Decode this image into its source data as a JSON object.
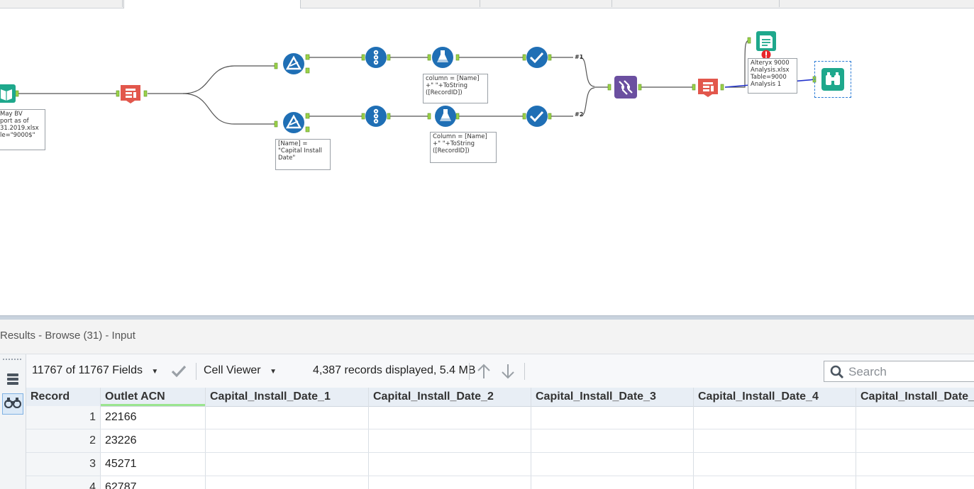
{
  "canvas": {
    "annotations": {
      "input": "May BV\nport as of\n31.2019.xlsx\nle=\"9000$\"",
      "filter": "[Name] =\n\"Capital Install\nDate\"",
      "formula1": "column = [Name]\n+\" \"+ToString\n([RecordID])",
      "formula2": "Column = [Name]\n+\" \"+ToString\n([RecordID])",
      "output": "Alteryx 9000\nAnalysis.xlsx\nTable=9000\nAnalysis 1"
    },
    "connection_labels": {
      "c1": "#1",
      "c2": "#2"
    },
    "icons": {
      "input": "book-icon",
      "select1": "select-icon",
      "filter1": "filter-triangle-icon",
      "filter2": "filter-triangle-icon",
      "recordid1": "record-id-icon",
      "recordid2": "record-id-icon",
      "formula1": "formula-flask-icon",
      "formula2": "formula-flask-icon",
      "check1": "checkmark-icon",
      "check2": "checkmark-icon",
      "union": "union-icon",
      "select2": "select-icon",
      "output": "output-file-icon",
      "browse": "binoculars-icon",
      "error": "error-icon"
    }
  },
  "results": {
    "title": "Results - Browse (31) - Input",
    "toolbar": {
      "fields_label": "11767 of 11767 Fields",
      "viewer_label": "Cell Viewer",
      "records_info": "4,387 records displayed, 5.4 MB",
      "search_placeholder": "Search"
    },
    "columns": [
      "Record",
      "Outlet ACN",
      "Capital_Install_Date_1",
      "Capital_Install_Date_2",
      "Capital_Install_Date_3",
      "Capital_Install_Date_4",
      "Capital_Install_Date_"
    ],
    "rows": [
      {
        "record": "1",
        "outlet": "22166"
      },
      {
        "record": "2",
        "outlet": "23226"
      },
      {
        "record": "3",
        "outlet": "45271"
      },
      {
        "record": "4",
        "outlet": "62787"
      }
    ]
  },
  "colors": {
    "input_teal": "#1ea88c",
    "select_red": "#e2574c",
    "prep_blue": "#1f6fb5",
    "union_purple": "#6b4fa0",
    "sorted_green": "#9be58f",
    "error_red": "#e8262b"
  }
}
